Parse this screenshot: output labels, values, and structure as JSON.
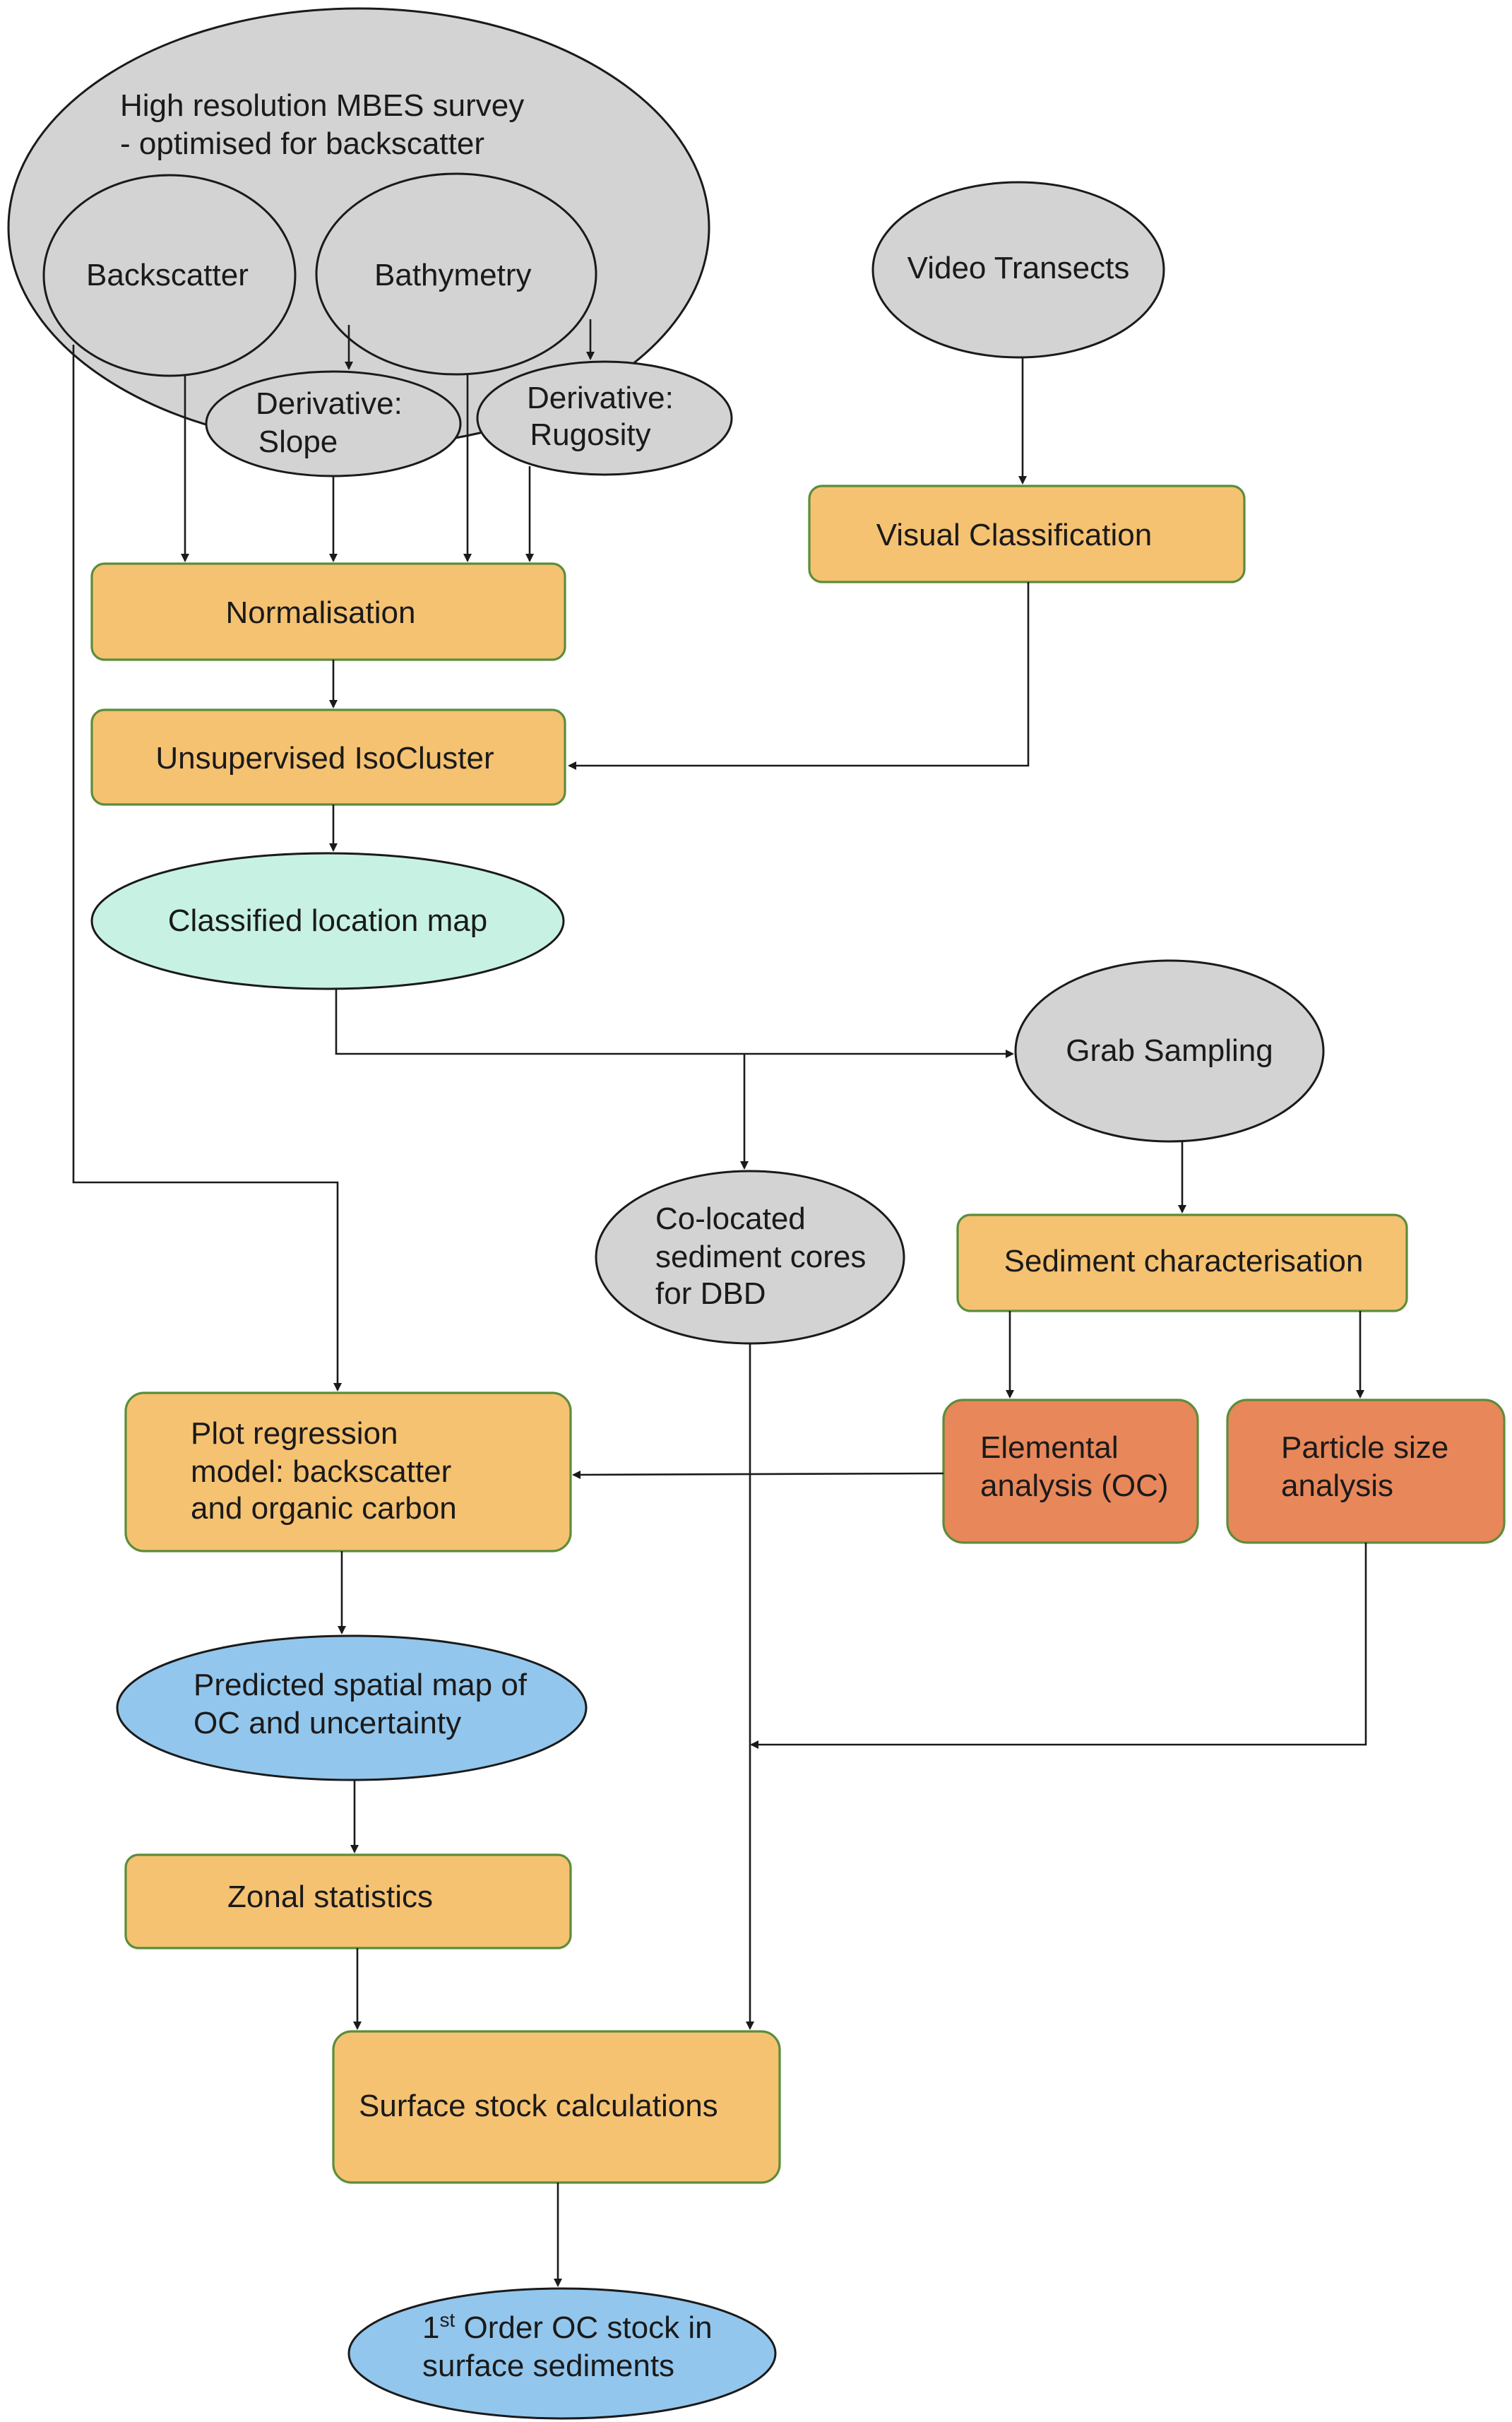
{
  "colors": {
    "survey_grey": "#d4d3d3",
    "process_orange": "#f5c272",
    "analysis_orange": "#e8875a",
    "classified_mint": "#c7f2e3",
    "output_blue": "#93c6ec",
    "process_border_green": "#5b8d3a",
    "line_black": "#1a1a1a"
  },
  "nodes": {
    "mbes_survey": {
      "line1": "High resolution MBES survey",
      "line2": "- optimised for backscatter"
    },
    "backscatter": {
      "label": "Backscatter"
    },
    "bathymetry": {
      "label": "Bathymetry"
    },
    "slope": {
      "line1": "Derivative:",
      "line2": "Slope"
    },
    "rugosity": {
      "line1": "Derivative:",
      "line2": "Rugosity"
    },
    "video_transects": {
      "label": "Video Transects"
    },
    "visual_classification": {
      "label": "Visual Classification"
    },
    "normalisation": {
      "label": "Normalisation"
    },
    "isocluster": {
      "label": "Unsupervised IsoCluster"
    },
    "classified_map": {
      "label": "Classified location map"
    },
    "grab_sampling": {
      "label": "Grab Sampling"
    },
    "sediment_cores": {
      "line1": "Co-located",
      "line2": "sediment cores",
      "line3": "for DBD"
    },
    "sediment_characterisation": {
      "label": "Sediment characterisation"
    },
    "regression_model": {
      "line1": "Plot regression",
      "line2": "model: backscatter",
      "line3": "and organic carbon"
    },
    "elemental_analysis": {
      "line1": "Elemental",
      "line2": "analysis (OC)"
    },
    "particle_size": {
      "line1": "Particle size",
      "line2": "analysis"
    },
    "predicted_map": {
      "line1": "Predicted spatial map of",
      "line2": "OC and uncertainty"
    },
    "zonal_statistics": {
      "label": "Zonal statistics"
    },
    "surface_stock": {
      "label": "Surface stock calculations"
    },
    "oc_stock": {
      "line1_pre": "1",
      "line1_sup": "st",
      "line1_post": " Order OC stock in",
      "line2": "surface sediments"
    }
  }
}
